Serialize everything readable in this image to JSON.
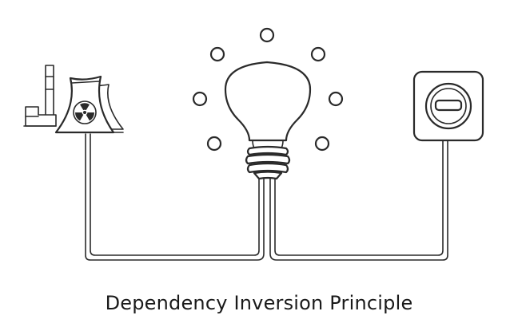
{
  "diagram": {
    "caption": "Dependency Inversion Principle",
    "components": [
      {
        "name": "nuclear-power-plant",
        "icon": "nuclear-plant-icon"
      },
      {
        "name": "light-bulb",
        "icon": "light-bulb-icon"
      },
      {
        "name": "wall-socket",
        "icon": "wall-socket-icon"
      }
    ],
    "connections": [
      {
        "from": "light-bulb",
        "to": "nuclear-power-plant"
      },
      {
        "from": "light-bulb",
        "to": "wall-socket"
      }
    ],
    "colors": {
      "line": "#2a2a2a",
      "background": "#ffffff",
      "text": "#1a1a1a"
    }
  }
}
